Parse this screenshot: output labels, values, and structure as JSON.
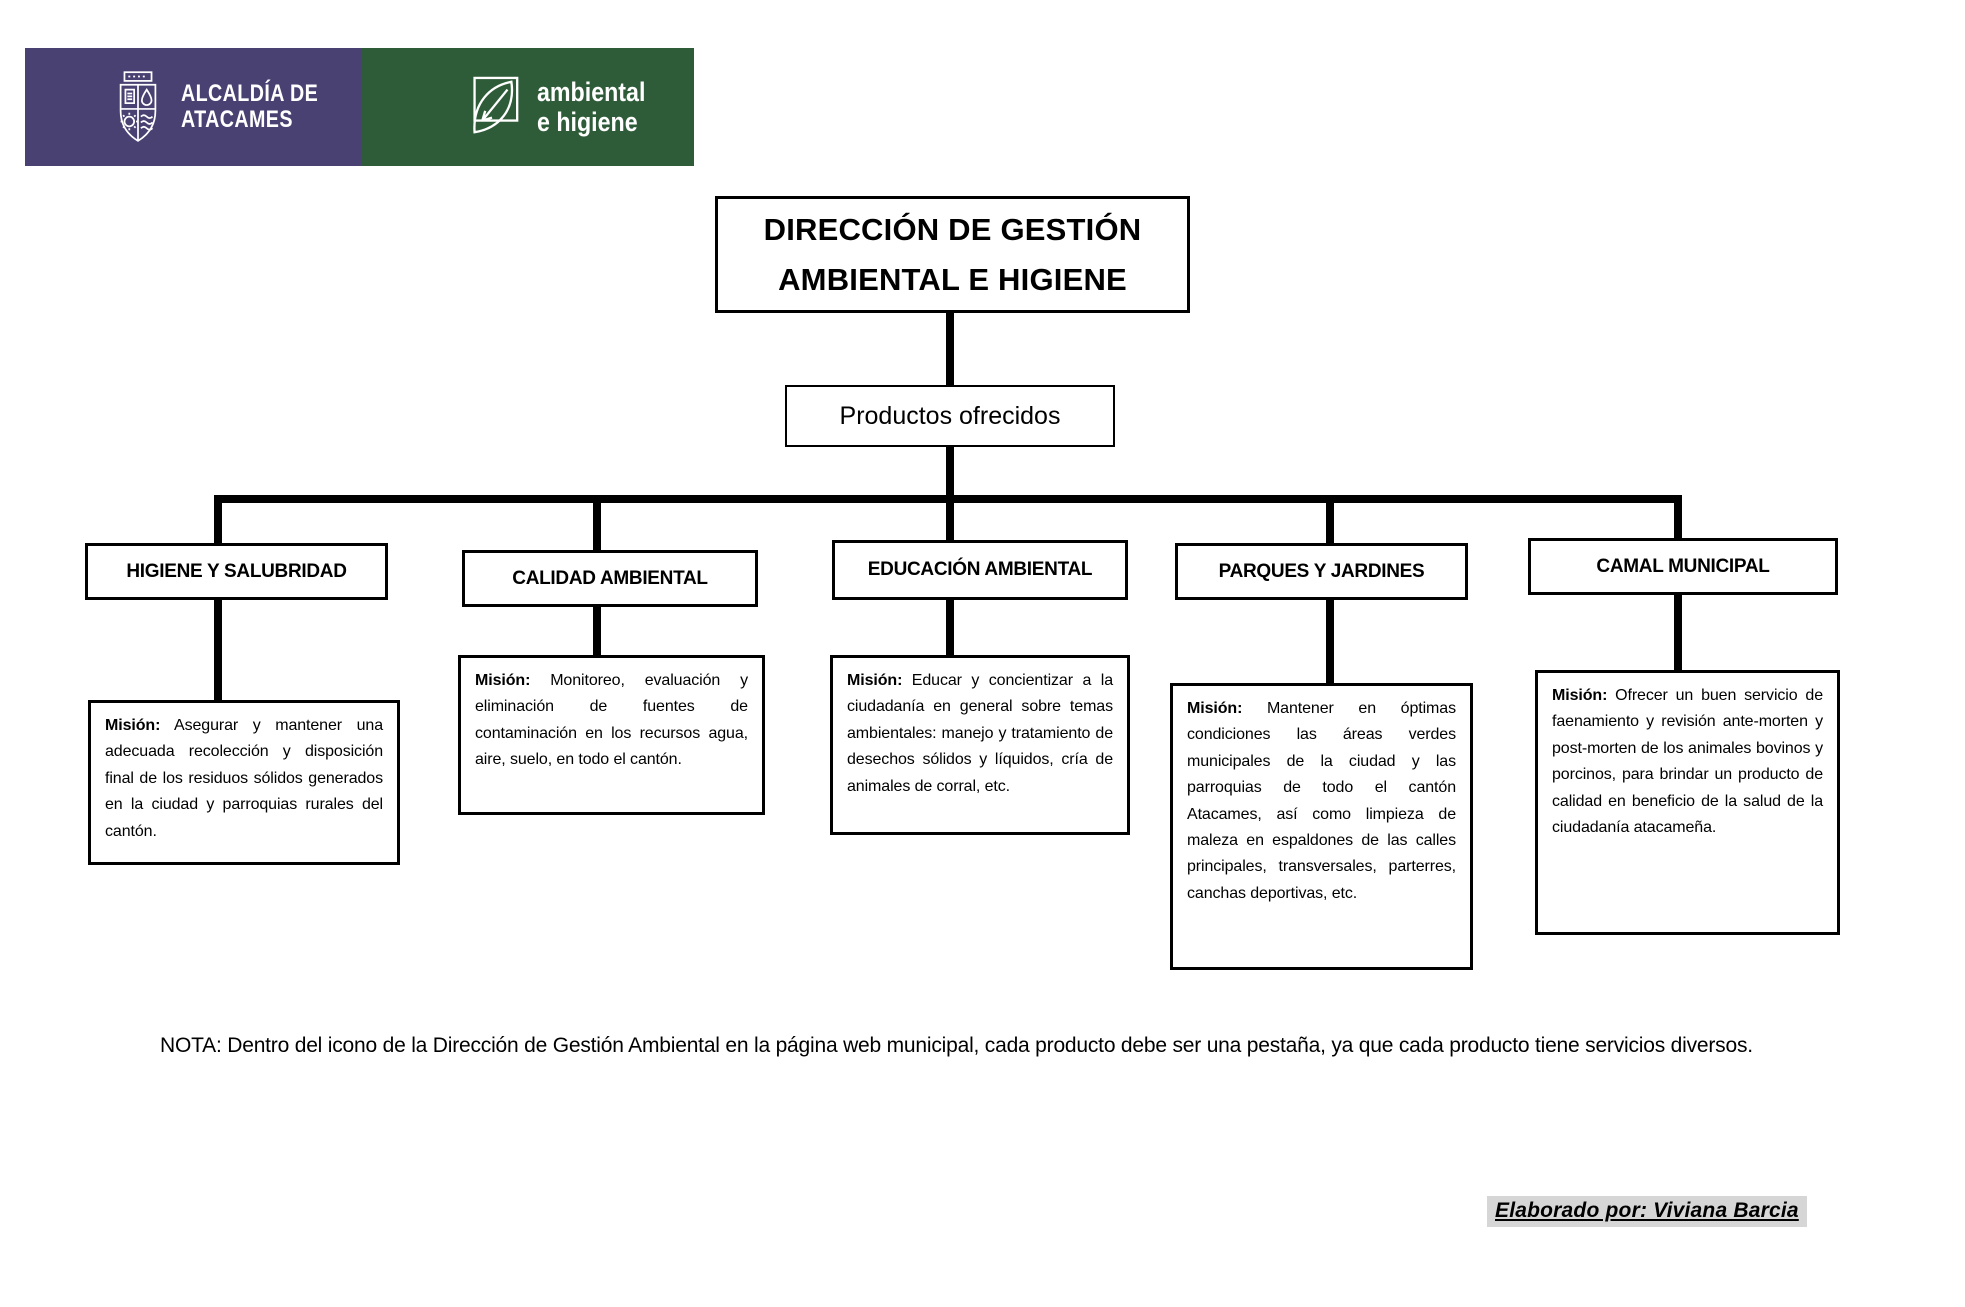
{
  "colors": {
    "alcaldia_bg": "#4a4173",
    "ambiental_bg": "#2e5c38",
    "line": "#000000",
    "highlight_bg": "#d6d6d6",
    "text": "#000000"
  },
  "header": {
    "alcaldia": {
      "line1": "ALCALDÍA DE",
      "line2": "ATACAMES"
    },
    "ambiental": {
      "line1": "ambiental",
      "line2": "e higiene"
    }
  },
  "chart": {
    "root": {
      "title_line1": "DIRECCIÓN DE GESTIÓN",
      "title_line2": "AMBIENTAL E HIGIENE"
    },
    "level2": {
      "label": "Productos ofrecidos"
    },
    "branches": [
      {
        "title": "HIGIENE Y SALUBRIDAD",
        "mission_label": "Misión:",
        "mission_text": " Asegurar y mantener una adecuada recolección y disposición final de los residuos sólidos generados en la ciudad y parroquias rurales del cantón."
      },
      {
        "title": "CALIDAD AMBIENTAL",
        "mission_label": "Misión:",
        "mission_text": " Monitoreo, evaluación y eliminación de fuentes de contaminación en los recursos agua, aire, suelo, en todo el cantón."
      },
      {
        "title": "EDUCACIÓN AMBIENTAL",
        "mission_label": "Misión:",
        "mission_text": " Educar y concientizar a la ciudadanía en general sobre temas ambientales: manejo y tratamiento de desechos sólidos y líquidos, cría de animales de corral, etc."
      },
      {
        "title": "PARQUES Y JARDINES",
        "mission_label": "Misión:",
        "mission_text": " Mantener en óptimas condiciones las áreas verdes municipales de la ciudad y las parroquias de todo el cantón Atacames, así como limpieza de maleza en espaldones de las calles principales, transversales, parterres, canchas deportivas, etc."
      },
      {
        "title": "CAMAL MUNICIPAL",
        "mission_label": "Misión:",
        "mission_text": " Ofrecer un buen servicio de faenamiento y revisión ante-morten y post-morten de los animales bovinos y porcinos, para brindar un producto de calidad en beneficio de la salud de la ciudadanía atacameña."
      }
    ]
  },
  "note": "NOTA: Dentro del icono de la Dirección de Gestión Ambiental en la página web municipal, cada producto debe ser una pestaña, ya que cada producto tiene servicios diversos.",
  "footer": {
    "credit": "Elaborado por: Viviana Barcia"
  }
}
